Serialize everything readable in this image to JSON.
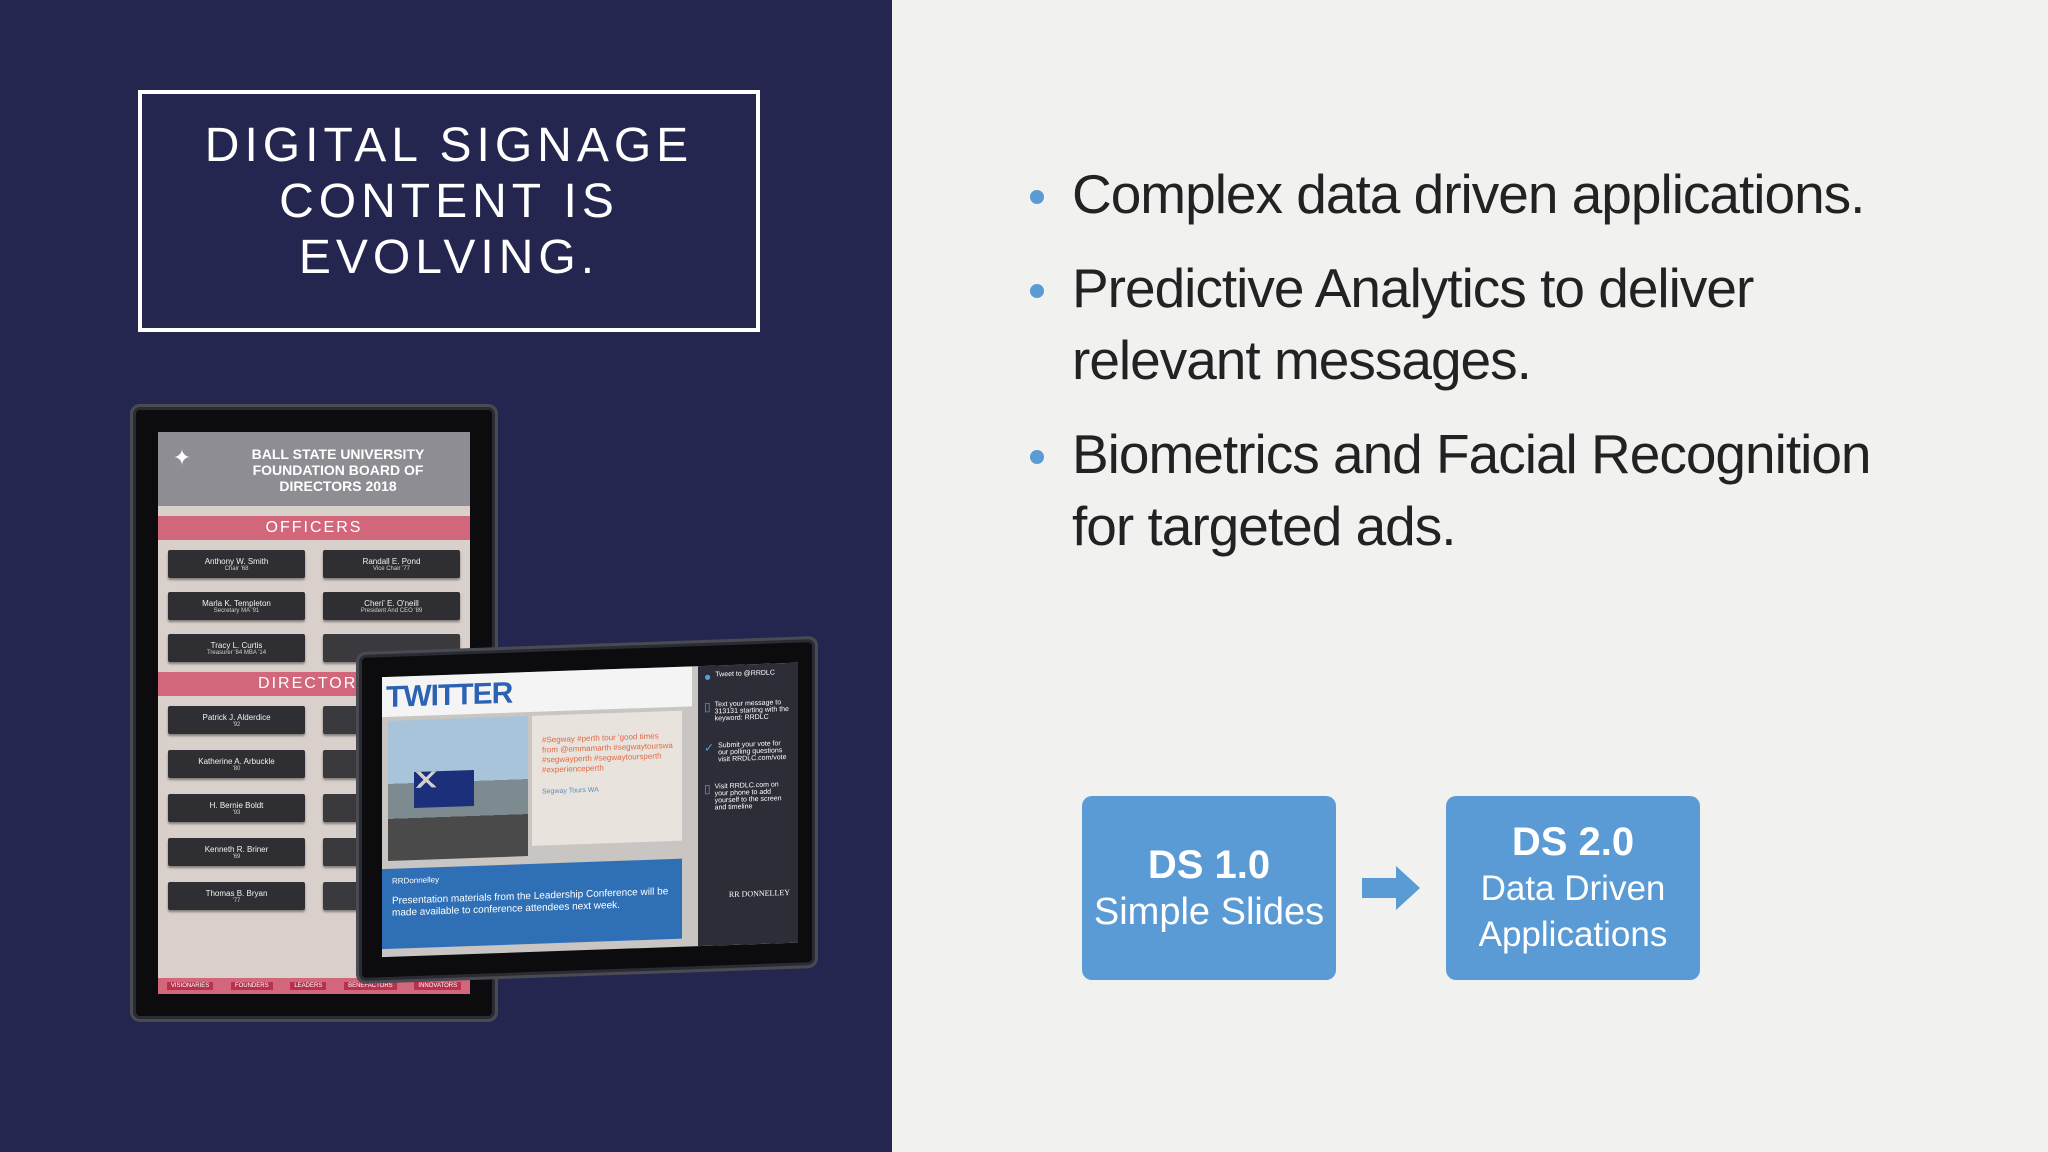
{
  "slide": {
    "title": "DIGITAL SIGNAGE\nCONTENT IS\nEVOLVING.",
    "bullets": [
      "Complex data driven applications.",
      "Predictive Analytics to deliver relevant messages.",
      "Biometrics and Facial Recognition for targeted ads."
    ],
    "flow": {
      "box1": {
        "title": "DS 1.0",
        "subtitle": "Simple Slides"
      },
      "box2": {
        "title": "DS 2.0",
        "subtitle": "Data Driven\nApplications"
      }
    },
    "colors": {
      "left_bg": "#25264f",
      "right_bg": "#f1f1f0",
      "accent": "#5b9bd5"
    }
  },
  "portrait_screen": {
    "org": "BALL STATE UNIVERSITY FOUNDATION BOARD OF DIRECTORS 2018",
    "officers_label": "OFFICERS",
    "officers": [
      {
        "name": "Anthony W. Smith",
        "sub": "Chair '68"
      },
      {
        "name": "Randall E. Pond",
        "sub": "Vice Chair '77"
      },
      {
        "name": "Marla K. Templeton",
        "sub": "Secretary MA '91"
      },
      {
        "name": "Cheri' E. O'neill",
        "sub": "President And CEO '89"
      },
      {
        "name": "Tracy L. Curtis",
        "sub": "Treasurer '84 MBA '14"
      }
    ],
    "directors_label": "DIRECTORS",
    "directors": [
      {
        "name": "Patrick J. Alderdice",
        "sub": "'92"
      },
      {
        "name": "Katherine A. Arbuckle",
        "sub": "'80"
      },
      {
        "name": "H. Bernie Boldt",
        "sub": "'93"
      },
      {
        "name": "Kenneth R. Briner",
        "sub": "'69"
      },
      {
        "name": "Thomas B. Bryan",
        "sub": "'77"
      }
    ],
    "footer_tabs": [
      "VISIONARIES",
      "FOUNDERS",
      "LEADERS",
      "BENEFACTORS",
      "INNOVATORS"
    ]
  },
  "landscape_screen": {
    "title": "TWITTER",
    "tweet_lines": "#Segway #perth tour 'good times from @emmamarth #segwaytourswa #segwayperth #segwaytoursperth #experienceperth",
    "tweet_author": "Segway Tours WA",
    "sidebar": [
      "Tweet to @RRDLC",
      "Text your message to 313131 starting with the keyword: RRDLC",
      "Submit your vote for our polling questions visit RRDLC.com/vote",
      "Visit RRDLC.com on your phone to add yourself to the screen and timeline"
    ],
    "banner_handle": "RRDonnelley",
    "banner_text": "Presentation materials from the Leadership Conference will be made available to conference attendees next week.",
    "brand": "RR DONNELLEY"
  }
}
